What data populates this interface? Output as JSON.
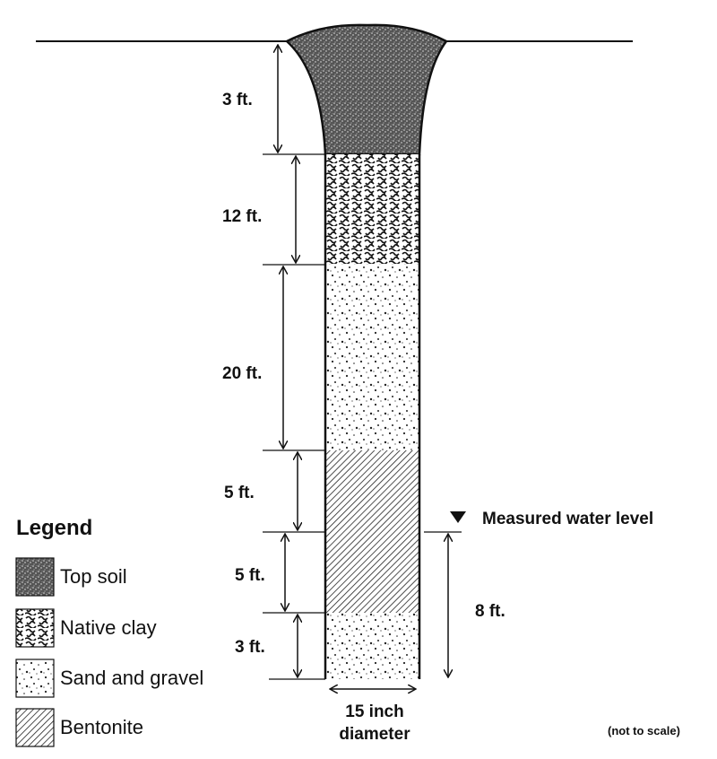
{
  "legend": {
    "title": "Legend",
    "items": [
      {
        "label": "Top soil",
        "pattern": "top-soil"
      },
      {
        "label": "Native clay",
        "pattern": "native-clay"
      },
      {
        "label": "Sand and gravel",
        "pattern": "sand-gravel"
      },
      {
        "label": "Bentonite",
        "pattern": "bentonite"
      }
    ]
  },
  "layers": [
    {
      "material": "top-soil",
      "thickness_label": "3 ft."
    },
    {
      "material": "native-clay",
      "thickness_label": "12 ft."
    },
    {
      "material": "sand-gravel",
      "thickness_label": "20 ft."
    },
    {
      "material": "bentonite",
      "thickness_label": "5 ft."
    },
    {
      "material": "bentonite",
      "thickness_label": "5 ft."
    },
    {
      "material": "sand-gravel",
      "thickness_label": "3 ft."
    }
  ],
  "water_level": {
    "label": "Measured water level",
    "depth_label": "8 ft."
  },
  "diameter": {
    "line1": "15 inch",
    "line2": "diameter"
  },
  "note": "(not to scale)"
}
